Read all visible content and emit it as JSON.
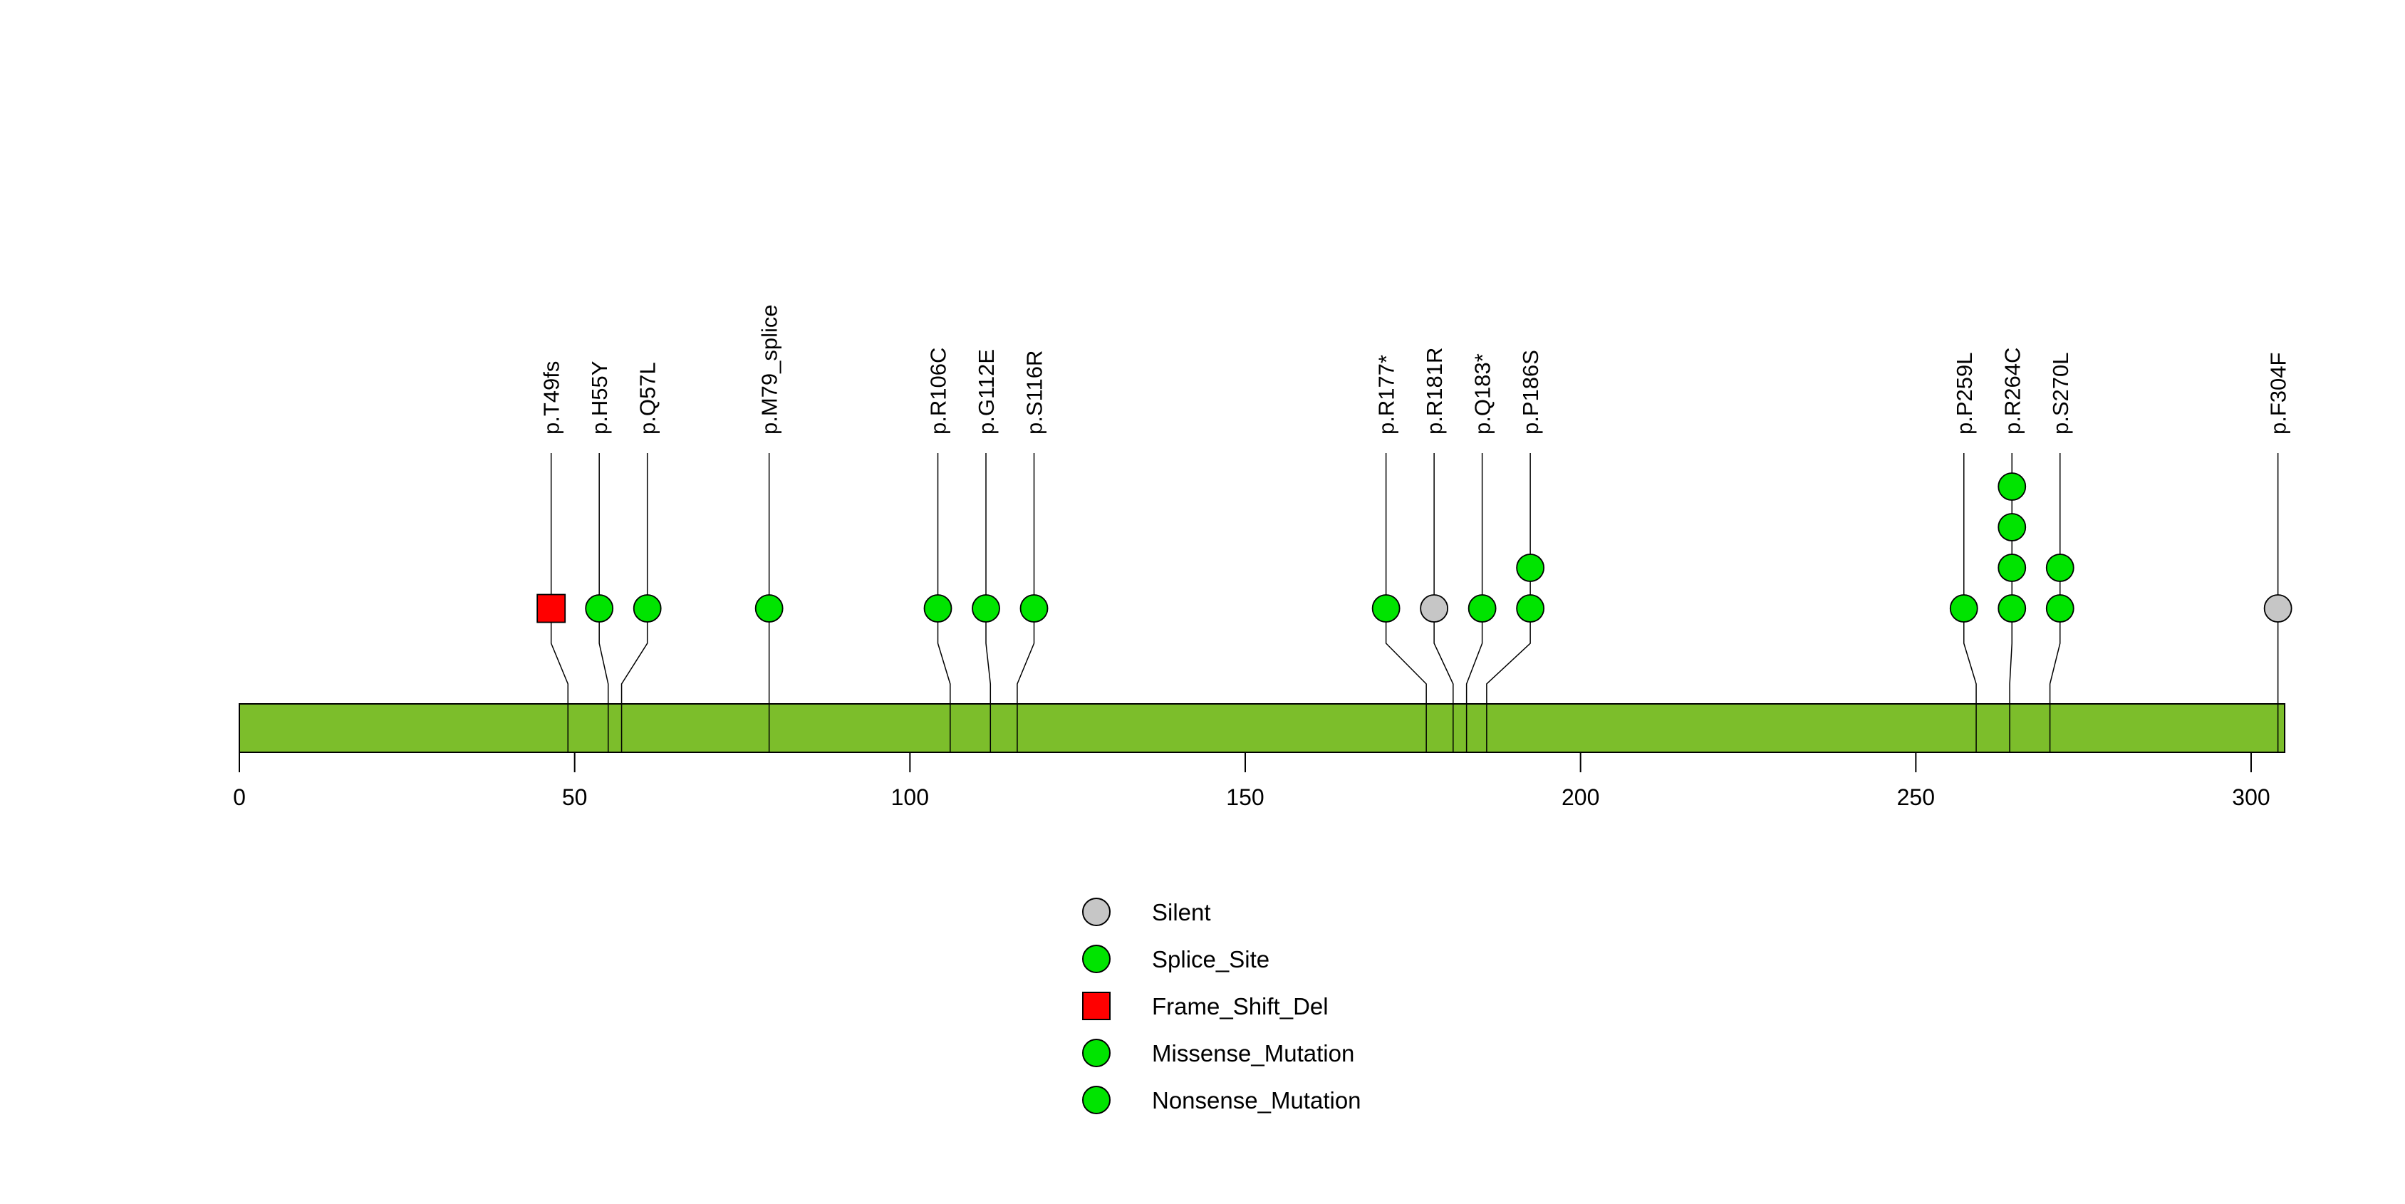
{
  "chart_data": {
    "type": "lollipop",
    "title": "",
    "protein_length": 305,
    "xlim": [
      0,
      305
    ],
    "x_ticks": [
      0,
      50,
      100,
      150,
      200,
      250,
      300
    ],
    "gene_bar_color": "#7CBE2B",
    "stem_color": "#000000",
    "marker_outline_color": "#000000",
    "mutation_type_colors": {
      "Silent": "#C6C6C6",
      "Splice_Site": "#00E400",
      "Frame_Shift_Del": "#FF0000",
      "Missense_Mutation": "#00E400",
      "Nonsense_Mutation": "#00E400"
    },
    "mutations": [
      {
        "label": "p.T49fs",
        "pos": 49,
        "type": "Frame_Shift_Del",
        "count": 1
      },
      {
        "label": "p.H55Y",
        "pos": 55,
        "type": "Missense_Mutation",
        "count": 1
      },
      {
        "label": "p.Q57L",
        "pos": 57,
        "type": "Missense_Mutation",
        "count": 1
      },
      {
        "label": "p.M79_splice",
        "pos": 79,
        "type": "Splice_Site",
        "count": 1
      },
      {
        "label": "p.R106C",
        "pos": 106,
        "type": "Missense_Mutation",
        "count": 1
      },
      {
        "label": "p.G112E",
        "pos": 112,
        "type": "Missense_Mutation",
        "count": 1
      },
      {
        "label": "p.S116R",
        "pos": 116,
        "type": "Missense_Mutation",
        "count": 1
      },
      {
        "label": "p.R177*",
        "pos": 177,
        "type": "Nonsense_Mutation",
        "count": 1
      },
      {
        "label": "p.R181R",
        "pos": 181,
        "type": "Silent",
        "count": 1
      },
      {
        "label": "p.Q183*",
        "pos": 183,
        "type": "Nonsense_Mutation",
        "count": 1
      },
      {
        "label": "p.P186S",
        "pos": 186,
        "type": "Missense_Mutation",
        "count": 2
      },
      {
        "label": "p.P259L",
        "pos": 259,
        "type": "Missense_Mutation",
        "count": 1
      },
      {
        "label": "p.R264C",
        "pos": 264,
        "type": "Missense_Mutation",
        "count": 4
      },
      {
        "label": "p.S270L",
        "pos": 270,
        "type": "Missense_Mutation",
        "count": 2
      },
      {
        "label": "p.F304F",
        "pos": 304,
        "type": "Silent",
        "count": 1
      }
    ],
    "legend": [
      {
        "label": "Silent",
        "shape": "circle",
        "color": "#C6C6C6"
      },
      {
        "label": "Splice_Site",
        "shape": "circle",
        "color": "#00E400"
      },
      {
        "label": "Frame_Shift_Del",
        "shape": "square",
        "color": "#FF0000"
      },
      {
        "label": "Missense_Mutation",
        "shape": "circle",
        "color": "#00E400"
      },
      {
        "label": "Nonsense_Mutation",
        "shape": "circle",
        "color": "#00E400"
      }
    ]
  }
}
